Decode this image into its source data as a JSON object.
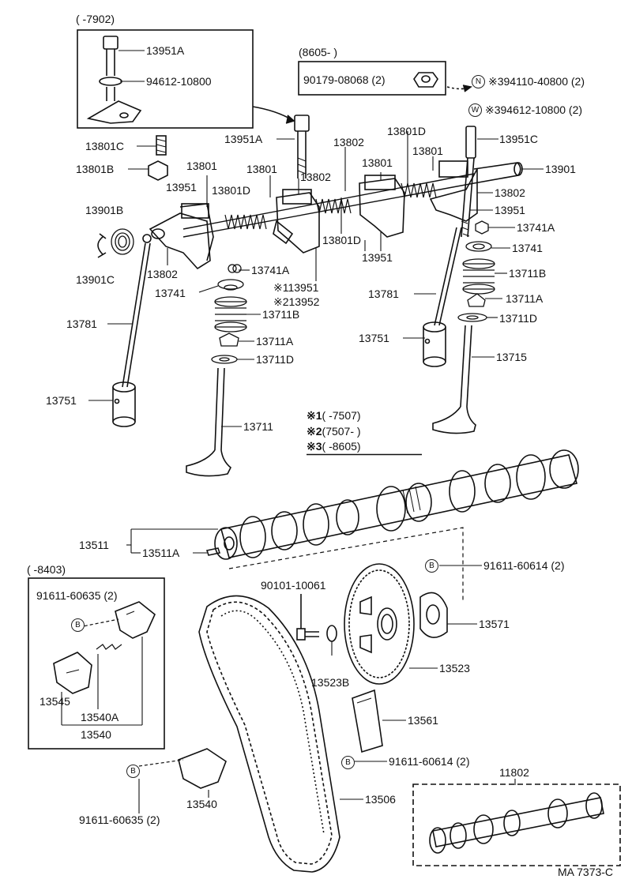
{
  "diagram": {
    "code": "MA 7373-C",
    "boxes": {
      "upper_left_range": "(       -7902)",
      "upper_right_range": "(8605-        )",
      "tensioner_range": "(       -8403)"
    },
    "circle_marks": {
      "n": "N",
      "w": "W",
      "b": "B"
    },
    "serial_notes": [
      {
        "mark": "※1",
        "range": "(       -7507)"
      },
      {
        "mark": "※2",
        "range": "(7507-        )"
      },
      {
        "mark": "※3",
        "range": "(       -8605)"
      }
    ],
    "labels": {
      "p13951A_box": "13951A",
      "p94612_10800": "94612-10800",
      "p90179_08068": "90179-08068 (2)",
      "p394110": "※394110-40800 (2)",
      "p394612": "※394612-10800 (2)",
      "p13951A": "13951A",
      "p13801C": "13801C",
      "p13801B": "13801B",
      "p13801_a": "13801",
      "p13801_b": "13801",
      "p13801_c": "13801",
      "p13801_d": "13801",
      "p13802_a": "13802",
      "p13802_b": "13802",
      "p13802_c": "13802",
      "p13802_d": "13802",
      "p13801D_a": "13801D",
      "p13801D_b": "13801D",
      "p13801D_c": "13801D",
      "p13951_a": "13951",
      "p13951_b": "13951",
      "p13951_c": "13951",
      "p13951C": "13951C",
      "p13901": "13901",
      "p13901B": "13901B",
      "p13901C": "13901C",
      "p13741A_a": "13741A",
      "p13741A_b": "13741A",
      "p13741_a": "13741",
      "p13741_b": "13741",
      "p13951_note": "※113951",
      "p13952_note": "※213952",
      "p13711B_a": "13711B",
      "p13711B_b": "13711B",
      "p13711A_a": "13711A",
      "p13711A_b": "13711A",
      "p13711D_a": "13711D",
      "p13711D_b": "13711D",
      "p13781_a": "13781",
      "p13781_b": "13781",
      "p13751_a": "13751",
      "p13751_b": "13751",
      "p13715": "13715",
      "p13711": "13711",
      "p13511": "13511",
      "p13511A": "13511A",
      "p91611_60614_a": "91611-60614 (2)",
      "p91611_60614_b": "91611-60614 (2)",
      "p90101_10061": "90101-10061",
      "p91611_60635_a": "91611-60635 (2)",
      "p91611_60635_b": "91611-60635 (2)",
      "p13571": "13571",
      "p13523": "13523",
      "p13523B": "13523B",
      "p13545": "13545",
      "p13540A": "13540A",
      "p13540_a": "13540",
      "p13540_b": "13540",
      "p13561": "13561",
      "p13506": "13506",
      "p11802": "11802"
    }
  }
}
